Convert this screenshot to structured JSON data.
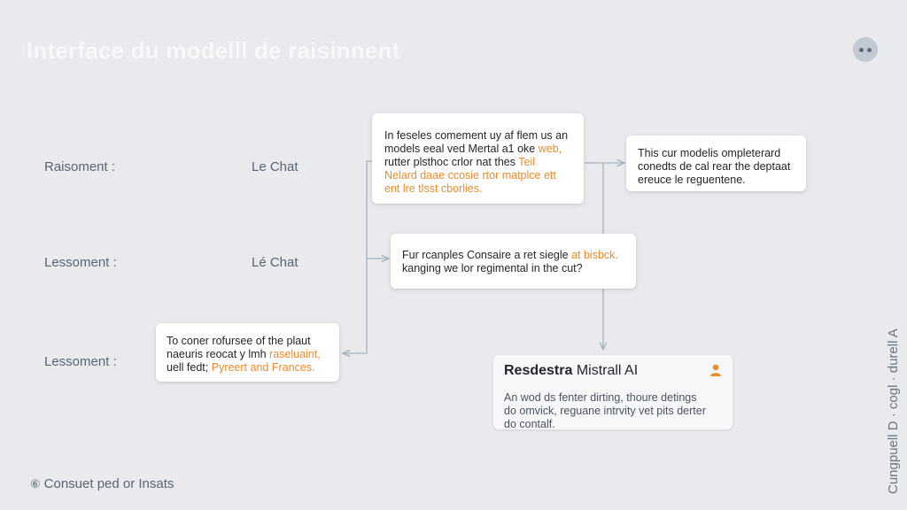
{
  "header": {
    "title": "Interface du modelll de raisinnent"
  },
  "rows": [
    {
      "label": "Raisoment :",
      "value": "Le Chat"
    },
    {
      "label": "Lessoment :",
      "value": "Lé Chat"
    },
    {
      "label": "Lessoment :"
    }
  ],
  "cards": {
    "top": {
      "line1": "In feseles comement uy af flem us an",
      "line2a": "models eeal ved Mertal a1 oke ",
      "line2b": "web,",
      "line3a": "rutter plsthoc crlor nat thes ",
      "line3b": "Teil",
      "line4": "Nelard daae ccosie rtor matplce ett",
      "line5": "ent lre tlsst cborlies."
    },
    "right": {
      "line1": "This cur modelis ompleterard",
      "line2": "conedts de cal rear the deptaat",
      "line3": "ereuce le reguentene."
    },
    "middle": {
      "line1a": "Fur rcanples Consaire a ret siegle ",
      "line1b": "at bisbck.",
      "line2": "kanging we lor regimental in the cut?"
    },
    "bottom": {
      "line1": "To coner rofursee of the plaut",
      "line2a": "naeuris reocat y lmh ",
      "line2b": "raseluaint,",
      "line3a": "uell fedt; ",
      "line3b": "Pyreert and Frances."
    }
  },
  "mistral": {
    "name_bold": "Resdestra",
    "name_rest": " Mistrall AI",
    "body1": "An wod ds fenter dirting, thoure detings",
    "body2": "do omvick, reguane intrvity vet pits derter",
    "body3": "do contalf."
  },
  "footer": {
    "icon": "⑥",
    "text": "Consuet ped or Insats"
  },
  "side": {
    "vertical_text": "Cungpuell D · cogl · durell A"
  },
  "colors": {
    "highlight": "#ec8b29",
    "connector": "#a7b0bd",
    "background": "#e8eaed",
    "user_icon": "#ec8b29"
  }
}
